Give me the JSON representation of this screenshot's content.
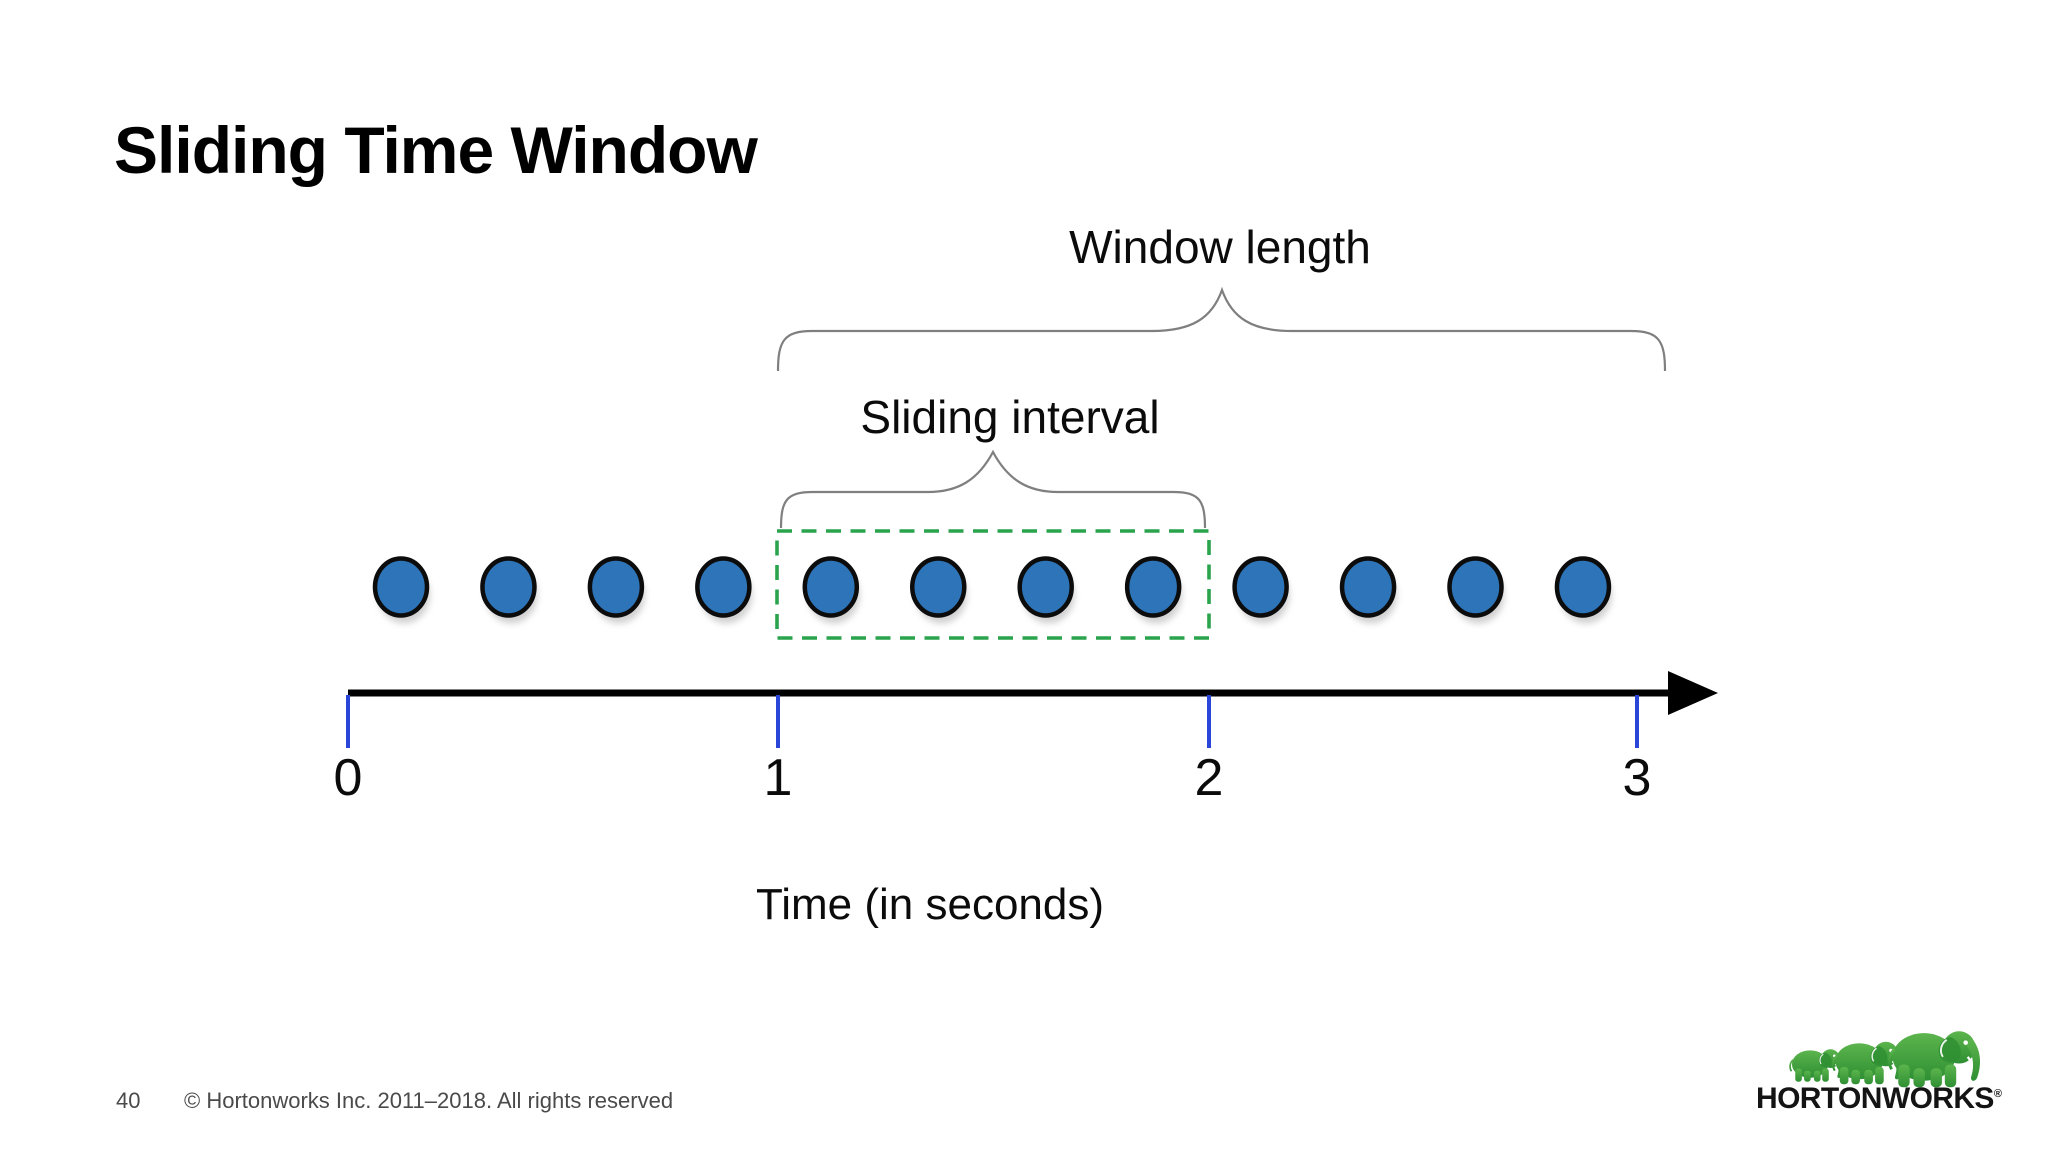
{
  "slide": {
    "title": "Sliding Time Window",
    "page_number": "40",
    "copyright_text": "© Hortonworks Inc. 2011–2018. All rights reserved",
    "logo_text": "HORTONWORKS",
    "logo_reg_mark": "®"
  },
  "diagram": {
    "window_length_label": "Window length",
    "sliding_interval_label": "Sliding interval",
    "time_axis_label": "Time (in seconds)",
    "tick_labels": [
      "0",
      "1",
      "2",
      "3"
    ],
    "dot_count": 12,
    "dots_inside_window_box": 4,
    "window_box_span_ticks": "1 to 2",
    "window_length_span_ticks": "1 to 3",
    "colors": {
      "dot_fill": "#2e74b8",
      "dot_outline": "#0c0c0c",
      "tick_blue": "#2946d9",
      "window_green": "#2aa34d",
      "brace_gray": "#7f7f7f",
      "axis_black": "#000000",
      "logo_green_light": "#5cb54d",
      "logo_green_dark": "#2f8f33",
      "footer_gray": "#4a4a4a"
    }
  }
}
